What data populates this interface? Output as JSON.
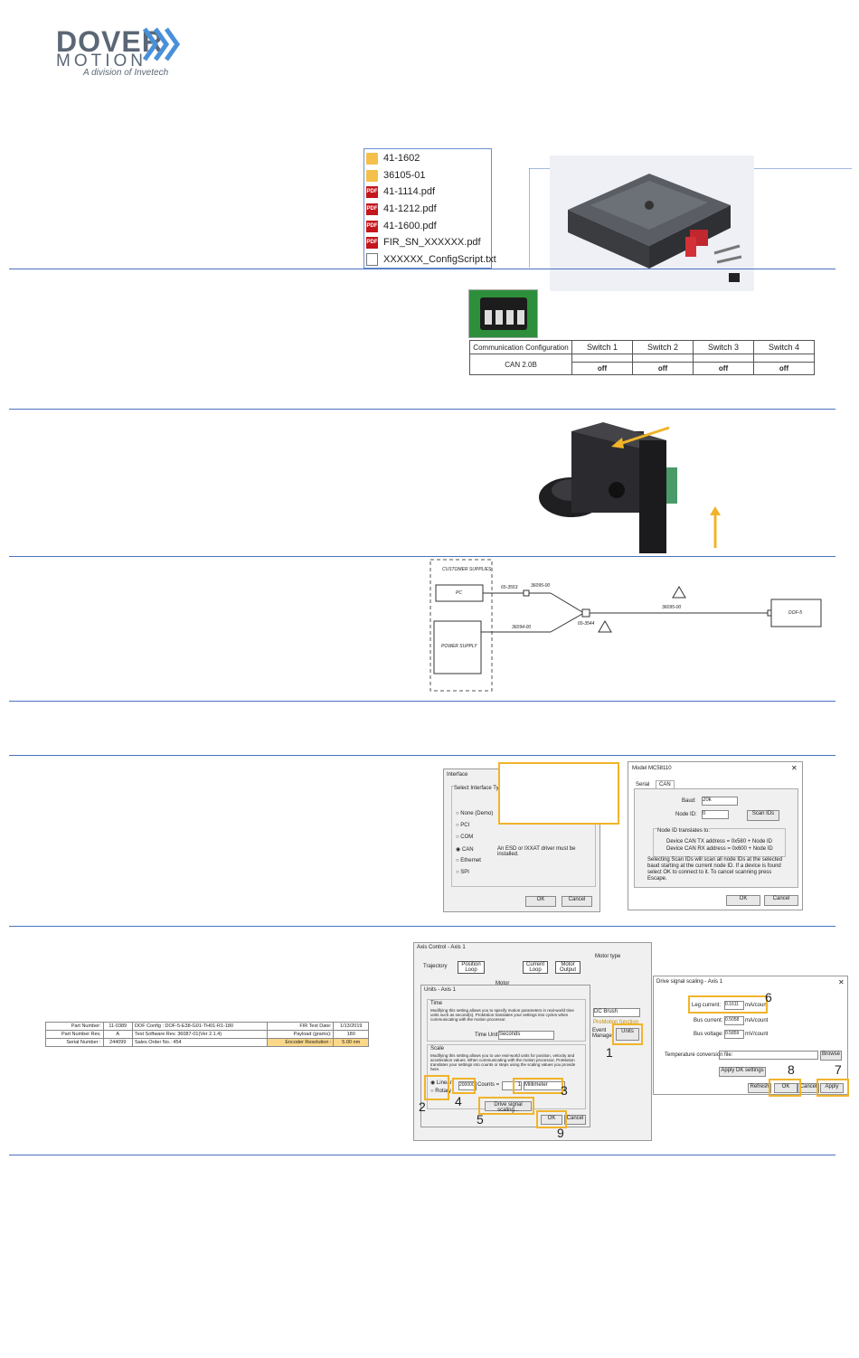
{
  "logo": {
    "brand_top": "DOVER",
    "brand_bottom": "MOTION",
    "tagline": "A division of Invetech"
  },
  "files": [
    {
      "type": "folder",
      "name": "41-1602"
    },
    {
      "type": "folder",
      "name": "36105-01"
    },
    {
      "type": "pdf",
      "name": "41-1114.pdf"
    },
    {
      "type": "pdf",
      "name": "41-1212.pdf"
    },
    {
      "type": "pdf",
      "name": "41-1600.pdf"
    },
    {
      "type": "pdf",
      "name": "FIR_SN_XXXXXX.pdf"
    },
    {
      "type": "txt",
      "name": "XXXXXX_ConfigScript.txt"
    }
  ],
  "switch_table": {
    "headers": [
      "Communication Configuration",
      "Switch 1",
      "Switch 2",
      "Switch 3",
      "Switch 4"
    ],
    "row_label": "CAN 2.0B",
    "values": [
      "off",
      "off",
      "off",
      "off"
    ]
  },
  "wiring": {
    "customer_supplies": "CUSTOMER SUPPLIES",
    "pc": "PC",
    "power_supply": "POWER SUPPLY",
    "cable1": "65-3553",
    "cable2": "36095-00",
    "cable3": "36094-00",
    "cable4": "65-3544",
    "cable5": "36095-00",
    "device": "DOF-5"
  },
  "interface_dialog": {
    "title": "Interface",
    "group": "Select Interface Type",
    "options": [
      "None (Demo)",
      "PCI",
      "COM",
      "CAN",
      "Ethernet",
      "SPI"
    ],
    "can_note": "An ESD or IXXAT driver must be installed.",
    "ok": "OK",
    "cancel": "Cancel"
  },
  "model_dialog": {
    "title": "Model MC58110",
    "tabs": [
      "Serial",
      "CAN"
    ],
    "baud_label": "Baud:",
    "baud_value": "20k",
    "node_label": "Node ID:",
    "node_value": "0",
    "scan": "Scan IDs",
    "group": "Node ID translates to:",
    "tx": "Device CAN TX address = 0x580 + Node ID",
    "rx": "Device CAN RX address = 0x600 + Node ID",
    "note": "Selecting Scan IDs will scan all node IDs at the selected baud starting at the current node ID. If a device is found select OK to connect to it. To cancel scanning press Escape.",
    "ok": "OK",
    "cancel": "Cancel",
    "close": "✕"
  },
  "part_table": {
    "rows": [
      [
        "Part Number:",
        "11-0389",
        "DOF Config : DOF-5-E38-G01-TH01-R1-180",
        "FIR Test Date:",
        "1/13/2019"
      ],
      [
        "Part Number Rev.",
        "A",
        "Test Software Rev.   36087-01(Ver 2.1.4)",
        "Payload (grams):",
        "180"
      ],
      [
        "Serial Number :",
        "244099",
        "Sales Order No.:   454",
        "Encoder Resolution :",
        "5.00 nm"
      ]
    ]
  },
  "axis_control": {
    "title": "Axis Control - Axis 1",
    "blocks": [
      "Trajectory",
      "Position Loop",
      "Current Loop",
      "Motor Output",
      "Motor"
    ],
    "motor_type": "Motor type",
    "dc_brush": "DC Brush",
    "promotion": "ProMotion function",
    "event_manager": "Event Manager",
    "units_btn": "Units"
  },
  "units_dialog": {
    "title": "Units - Axis 1",
    "time_group": "Time",
    "time_text": "Modifying this setting allows you to specify motion parameters in real-world time units such as second(s). ProMotion translates your settings into cycles when communicating with the motion processor.",
    "time_unit_label": "Time Unit:",
    "time_unit_value": "Seconds",
    "scale_group": "Scale",
    "scale_text": "Modifying this setting allows you to use real-world units for position, velocity and acceleration values. When communicating with the motion processor, ProMotion translates your settings into counts or steps using the scaling values you provide here.",
    "linear": "Linear",
    "rotary": "Rotary",
    "counts_value": "200000",
    "counts_label": "Counts =",
    "unit_qty": "1",
    "unit_value": "Millimeter",
    "drive_btn": "Drive signal scaling...",
    "ok": "OK",
    "cancel": "Cancel"
  },
  "drive_dialog": {
    "title": "Drive signal scaling - Axis 1",
    "leg_label": "Leg current:",
    "leg_value": "0.1611",
    "leg_unit": "mA/count",
    "bus_label": "Bus current:",
    "bus_value": "0.5058",
    "bus_unit": "mA/count",
    "volt_label": "Bus voltage:",
    "volt_value": "0.5859",
    "volt_unit": "mV/count",
    "temp_label": "Temperature conversion file:",
    "browse": "Browse",
    "apply_default": "Apply DK settings",
    "refresh": "Refresh",
    "ok": "OK",
    "cancel": "Cancel",
    "apply": "Apply",
    "close": "✕"
  },
  "markers": [
    "1",
    "2",
    "3",
    "4",
    "5",
    "6",
    "7",
    "8",
    "9"
  ],
  "colors": {
    "accent": "#4a72c0",
    "highlight": "#f0b429",
    "logo": "#5b6776",
    "arrow": "#f0b429"
  }
}
